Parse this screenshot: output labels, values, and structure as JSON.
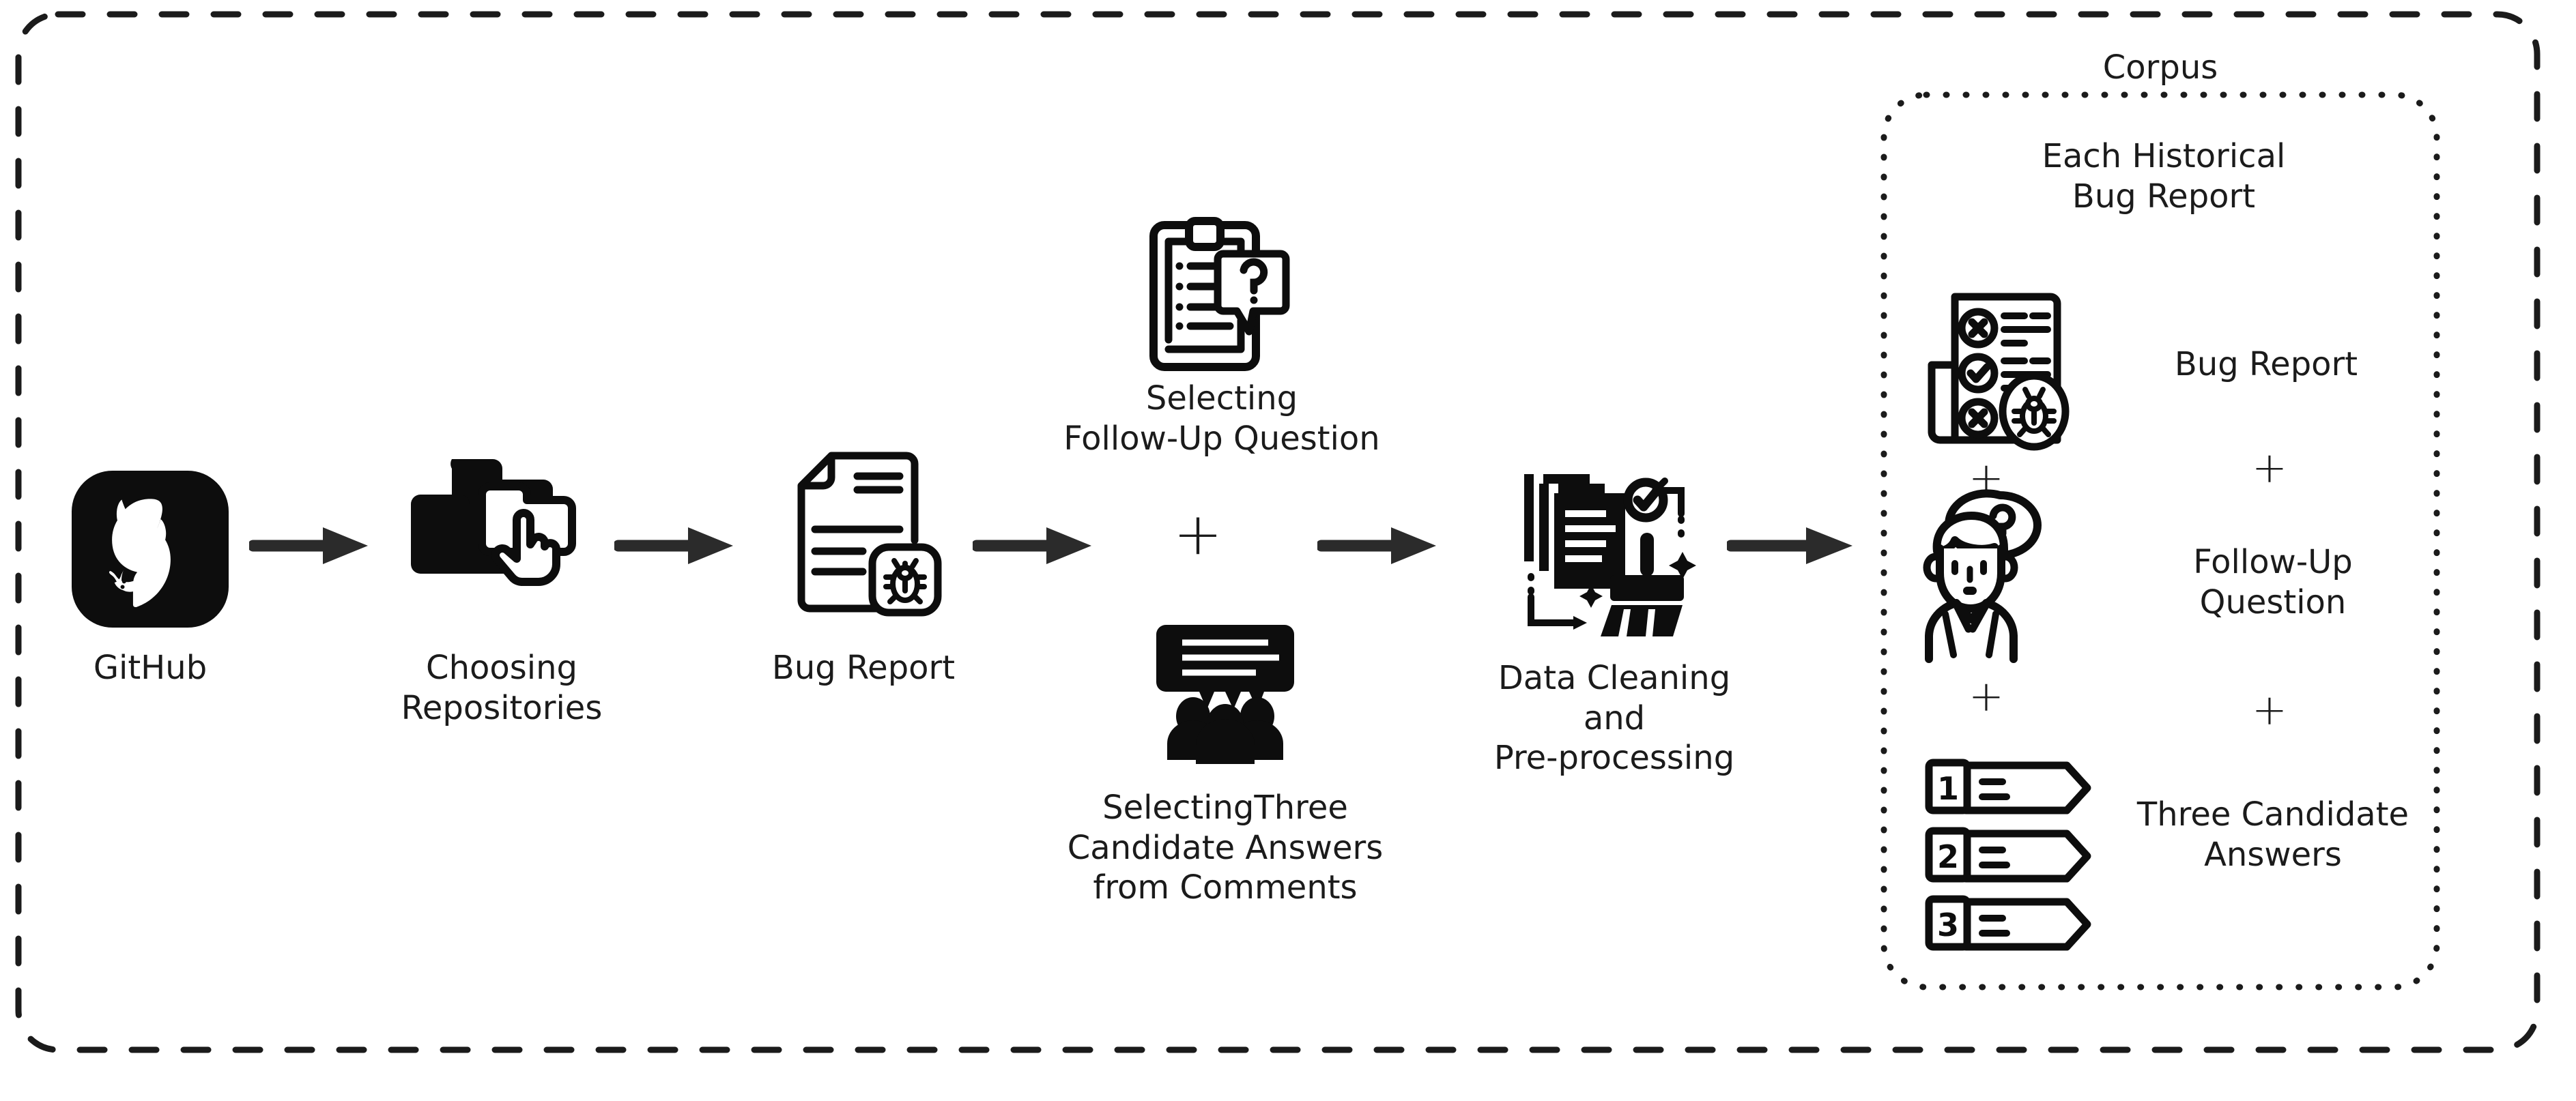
{
  "diagram": {
    "title_hidden": "",
    "pipeline": {
      "steps": [
        {
          "id": "github",
          "label": "GitHub",
          "icon": "github-logo-icon"
        },
        {
          "id": "repositories",
          "label": "Choosing\nRepositories",
          "icon": "folders-cursor-icon"
        },
        {
          "id": "bug_report",
          "label": "Bug Report",
          "icon": "document-bug-icon"
        },
        {
          "id": "followup",
          "label": "Selecting\nFollow-Up Question",
          "icon": "clipboard-question-icon"
        },
        {
          "id": "candidates",
          "label": "SelectingThree\nCandidate Answers\nfrom Comments",
          "icon": "comment-people-icon"
        },
        {
          "id": "cleaning",
          "label": "Data Cleaning\nand\nPre-processing",
          "icon": "documents-broom-icon"
        }
      ],
      "combiner_symbol": "+",
      "arrow_count": 5
    },
    "corpus": {
      "title": "Corpus",
      "subtitle": "Each Historical\nBug Report",
      "components": [
        {
          "id": "bug_report",
          "label": "Bug Report",
          "icon": "checklist-bug-icon"
        },
        {
          "id": "follow_up_question",
          "label": "Follow-Up\nQuestion",
          "icon": "person-question-icon"
        },
        {
          "id": "three_candidates",
          "label": "Three Candidate\nAnswers",
          "icon": "numbered-answers-icon"
        }
      ],
      "separator_symbol": "+",
      "answer_numbers": [
        "1",
        "2",
        "3"
      ]
    },
    "colors": {
      "ink": "#1b1b1b",
      "stroke": "#0d0d0d",
      "background": "#ffffff"
    }
  }
}
